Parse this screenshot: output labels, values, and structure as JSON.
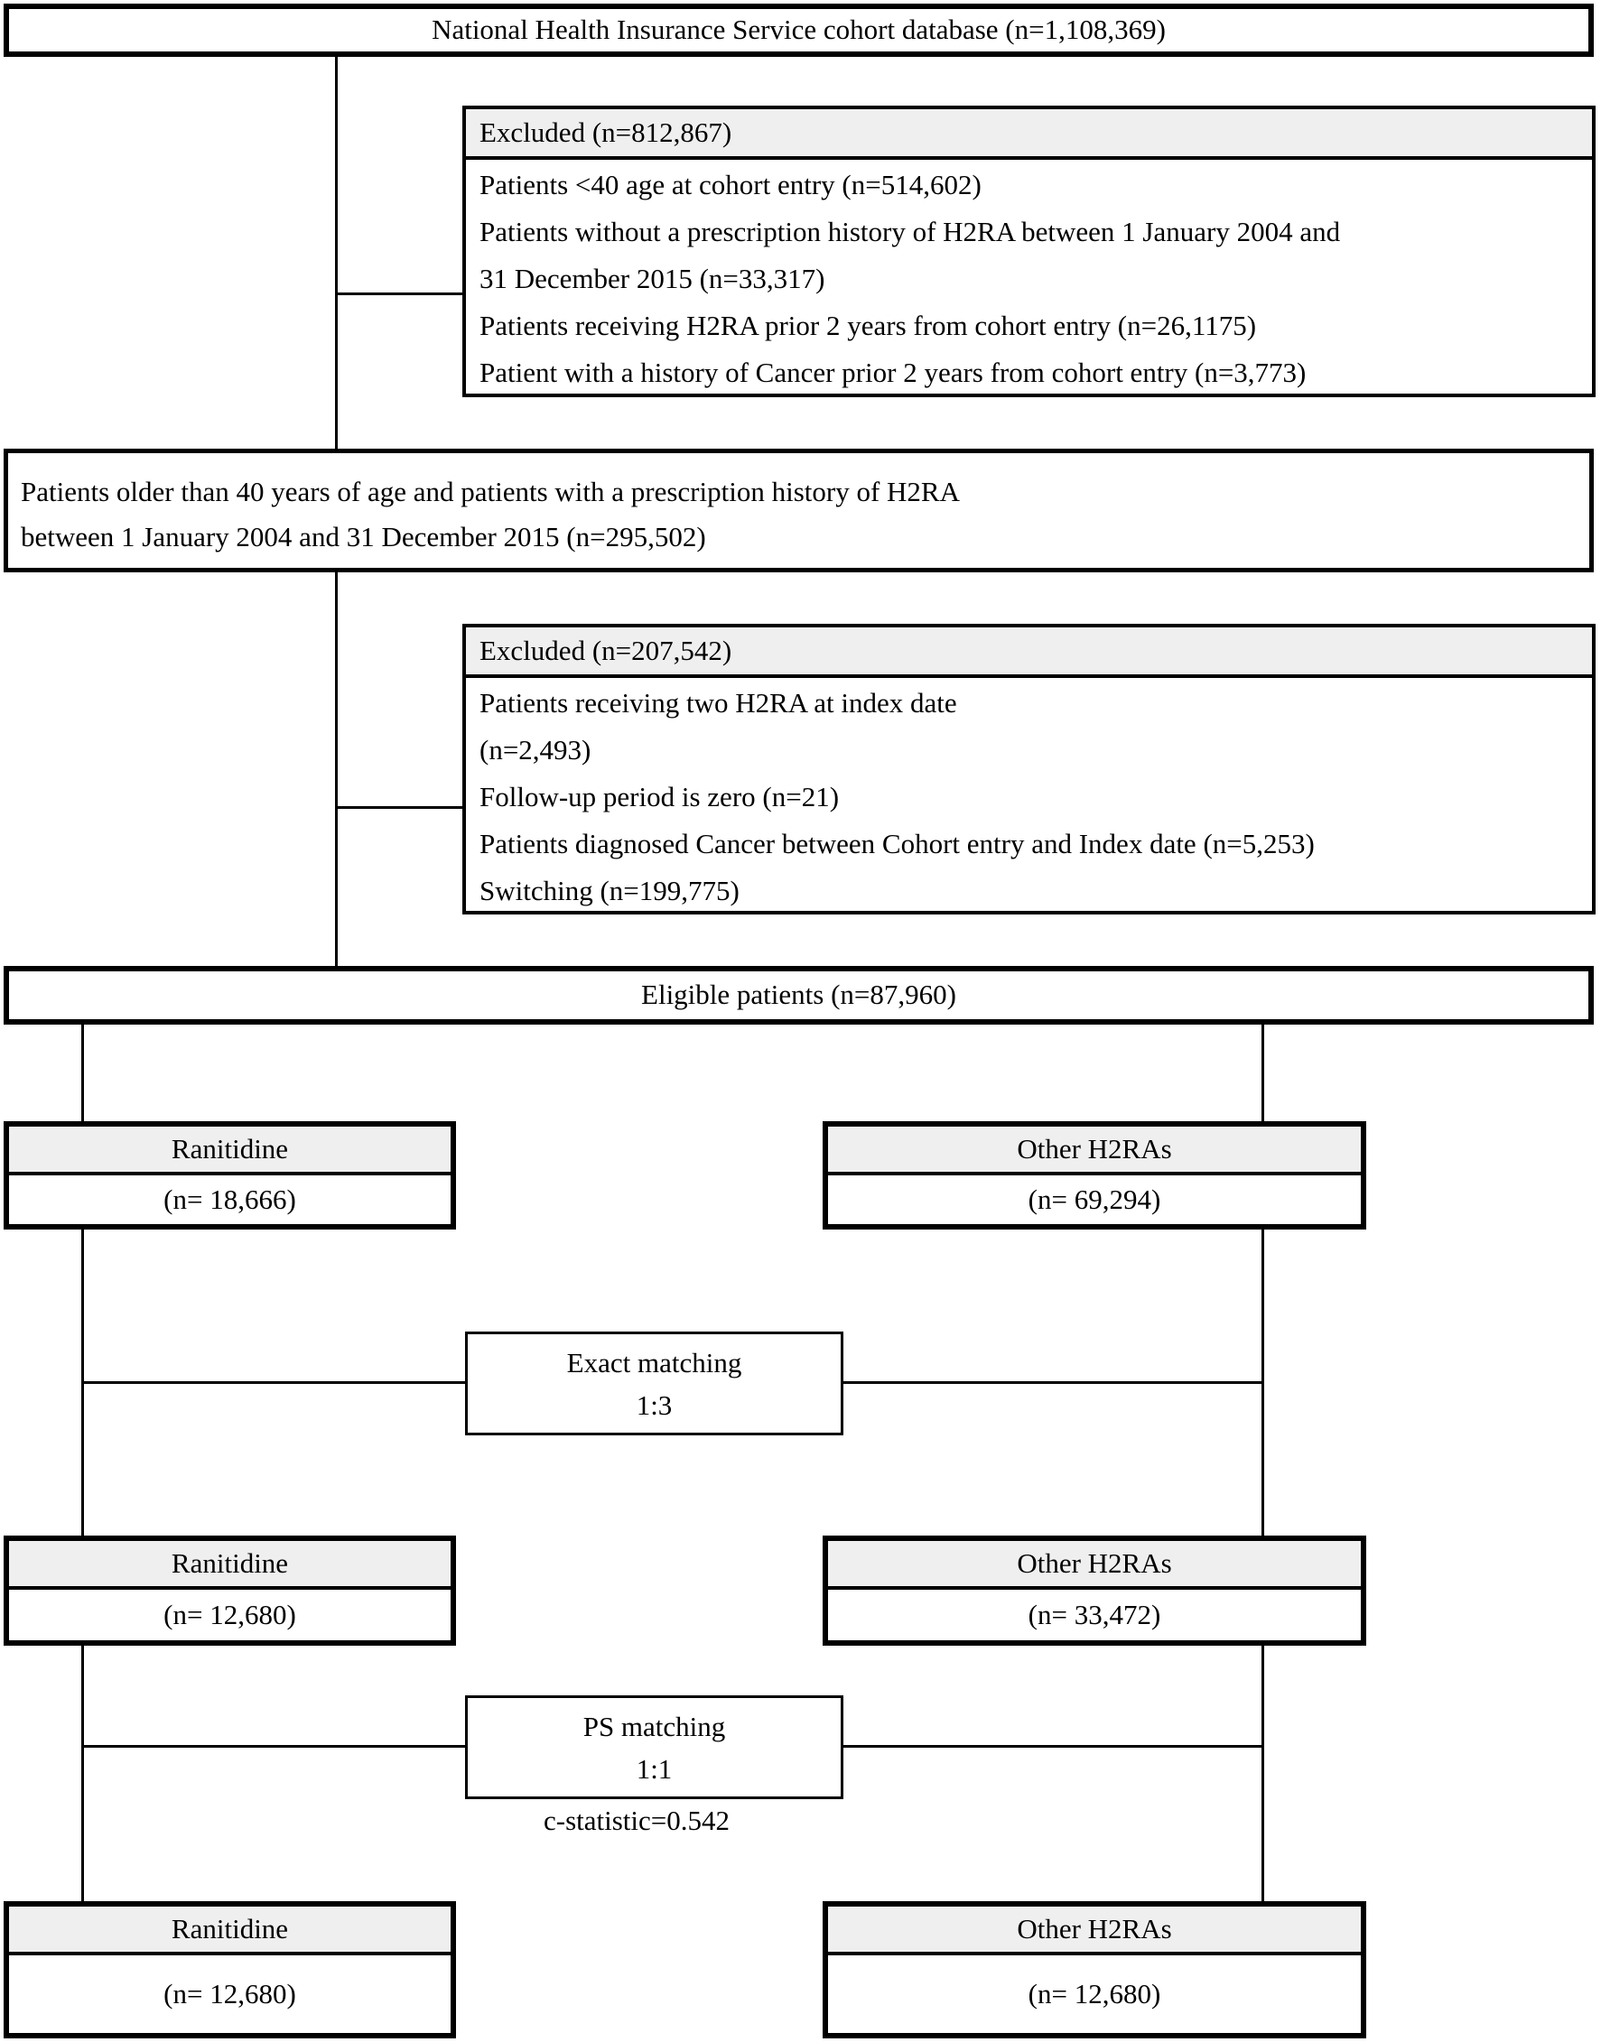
{
  "colors": {
    "line": "#000000",
    "header_fill": "#efefef",
    "box_bg": "#ffffff"
  },
  "top_box": {
    "label": "National Health Insurance Service cohort database (n=1,108,369)"
  },
  "excluded_1": {
    "header": "Excluded (n=812,867)",
    "items": [
      "Patients <40 age at cohort entry (n=514,602)",
      "Patients without a prescription history of H2RA between 1 January 2004 and\n31 December 2015 (n=33,317)",
      "Patients receiving H2RA prior 2 years from cohort entry (n=26,1175)",
      "Patient with a history of Cancer prior 2 years from cohort entry (n=3,773)"
    ]
  },
  "cohort_box": {
    "label": "Patients older than 40 years of age and patients with a prescription history of H2RA\nbetween 1 January 2004 and 31 December 2015 (n=295,502)"
  },
  "excluded_2": {
    "header": "Excluded (n=207,542)",
    "items": [
      "Patients receiving two H2RA at index date\n(n=2,493)",
      "Follow-up period is zero (n=21)",
      "Patients diagnosed Cancer between Cohort entry and Index date (n=5,253)",
      "Switching (n=199,775)"
    ]
  },
  "eligible_box": {
    "label": "Eligible patients (n=87,960)"
  },
  "stage_1": {
    "left": {
      "title": "Ranitidine",
      "count": "(n= 18,666)"
    },
    "right": {
      "title": "Other H2RAs",
      "count": "(n= 69,294)"
    }
  },
  "exact_matching": {
    "title": "Exact matching",
    "ratio": "1:3"
  },
  "stage_2": {
    "left": {
      "title": "Ranitidine",
      "count": "(n= 12,680)"
    },
    "right": {
      "title": "Other H2RAs",
      "count": "(n= 33,472)"
    }
  },
  "ps_matching": {
    "title": "PS matching",
    "ratio": "1:1",
    "c_statistic": "c-statistic=0.542"
  },
  "stage_3": {
    "left": {
      "title": "Ranitidine",
      "count": "(n= 12,680)"
    },
    "right": {
      "title": "Other H2RAs",
      "count": "(n= 12,680)"
    }
  }
}
